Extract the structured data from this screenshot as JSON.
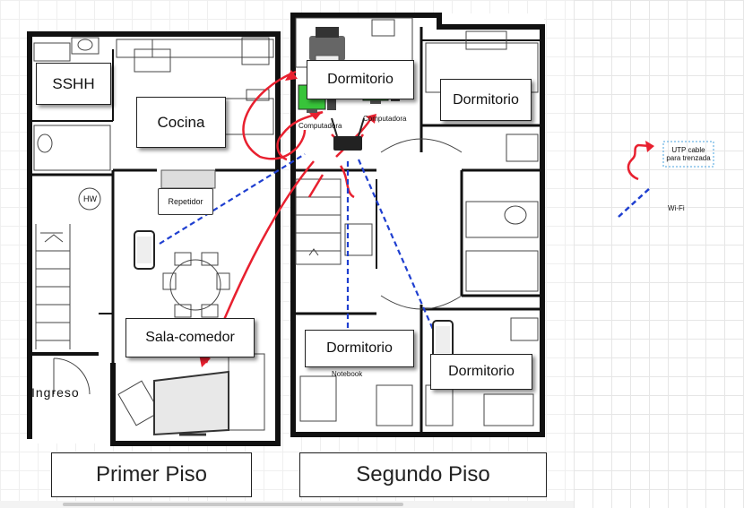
{
  "plan": {
    "rooms": {
      "sshh": "SSHH",
      "cocina": "Cocina",
      "sala_comedor": "Sala-comedor",
      "dormitorio_1": "Dormitorio",
      "dormitorio_2": "Dormitorio",
      "dormitorio_3": "Dormitorio",
      "dormitorio_4": "Dormitorio",
      "ingreso": "Ingreso"
    },
    "floors": {
      "primer": "Primer Piso",
      "segundo": "Segundo Piso"
    },
    "devices": {
      "repetidor": "Repetidor",
      "computadora_1": "Computadora",
      "computadora_2": "Computadora",
      "notebook": "Notebook",
      "hw": "HW"
    }
  },
  "legend": {
    "utp": "UTP cable para trenzada",
    "wifi": "Wi-Fi"
  },
  "colors": {
    "wall": "#111111",
    "cable": "#e8202f",
    "wifi": "#1f3fd0",
    "grid": "#e6e6e6"
  }
}
